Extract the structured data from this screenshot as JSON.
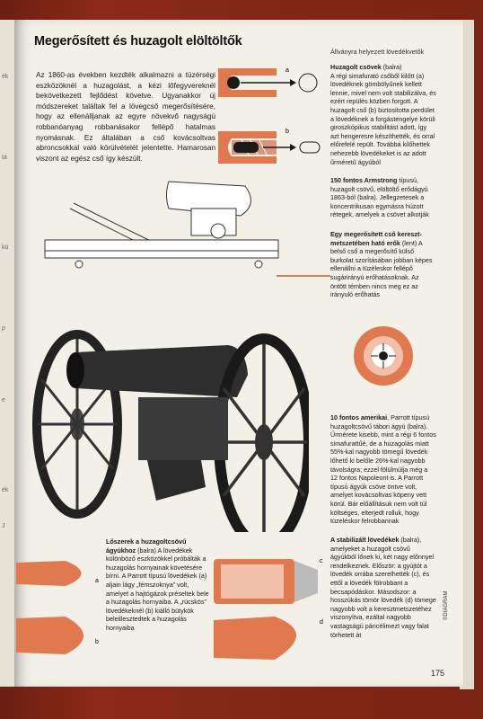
{
  "left_page": {
    "margin_marks": [
      "ék",
      "tá",
      "kü",
      "p",
      "e",
      "ék",
      "J"
    ]
  },
  "title": "Megerősített és huzagolt elöltöltők",
  "shelf_caption": "Állványra helyezett lövedékvetők",
  "intro": "Az 1860-as években kezdték alkalmazni a tüzérségi eszközöknél a huzagolást, a kézi lőfegyvereknél bekövetkezett fejlődést követve. Ugyanakkor új módszereket találtak fel a lövegcső megerősítésére, hogy az ellenálljanak az egyre növekvő nagyságú robbanóanyag robbanásakor fellépő hatalmas nyomásnak. Ez általában a cső kovácsoltvas abroncsokkal való körülvételét jelentette. Hamarosan viszont az egész cső így készült.",
  "labels": {
    "a": "a",
    "b": "b",
    "c": "c",
    "d": "d"
  },
  "captions": {
    "huzagolt": {
      "head": "Huzagolt csövek",
      "tail": " (balra)",
      "body": "A régi simafurató csőből kilőtt (a) lövedéknek gömbölyűnek kellett lennie, mivel nem volt stabilizálva, és ezért repülés közben forgott. A huzagolt cső (b) biztosította perdület a lövedéknek a forgástengelye körüli giroszkópikus stabilitást adott, így azt hengeresre készíthették, és orral előrefelé repült. Továbbá kilőhettek nehezebb lövedékeket is az adott űrméretű ágyúból"
    },
    "armstrong": {
      "head": "150 fontos Armstrong",
      "tail": " típusú, huzagolt csövű, elöltöltő erődágyú 1863-ból (balra). Jellegzetesek a koncentrikusan egymásra húzott rétegek, amelyek a csövet alkotják"
    },
    "cross": {
      "head": "Egy megerősített cső kereszt-metszetében ható erők",
      "tail": " (lent) A belső cső a megerősítő külső burkolat szorításában jobban képes ellenállni a tüzéleskor fellépő sugárirányú erőhatásoknak. Az öntött témben nincs meg ez az irányuló erőhatás"
    },
    "parrott": {
      "head": "10 fontos amerikai",
      "tail": ", Parrott típusú huzagoltcsövű tábori ágyú (balra). Űrmérete kisebb, mint a régi 6 fontos simafurattűé, de a huzagolás miatt 55%-kal nagyobb tömegű lövedék lőhető ki belőle 26%-kal nagyobb távolságra; ezzel fölülmúlja még a 12 fontos Napoleont is. A Parrott típusú ágyúk csöve öntve volt, amelyet kovácsoltvas köpeny vett körül. Bár előállításuk nem volt túl költséges, elterjedt rolluk, hogy tüzeléskor felrobbannak"
    },
    "loszerek": {
      "head": "Lőszerek a huzagoltcsövű ágyúkhoz",
      "tail": " (balra) A lövedékek különböző eszközökkel próbálták a huzagolás hornyainak követésére bírni. A Parrott típusú lövedékek (a) aljain lágy „fémszoknya” volt, amelyet a hajtógázok préseltek bele a huzagolás hornyaiba. A „rücskös” lövedékeknél (b) kiálló bütykök beleillesztedtek a huzagolás hornyaiba"
    },
    "stabil": {
      "head": "A stabilizált lövedékek",
      "tail": " (balra), amelyeket a huzagolt csövű ágyúkból lőnek ki, két nagy előnnyel rendelkeznek. Először: a gyújtót a lövedék orrába szerelhették (c), és ettől a lövedék fölrobbant a becsapódáskor. Másodszor: a hosszúkás tömör lövedék (d) tömege nagyobb volt a keresztmetszetéhez viszonyítva, ezáltal nagyobb vastagságú páncélimezt vagy falat törhetett át"
    }
  },
  "page_number": "175",
  "credit": "©DIAGRAM",
  "colors": {
    "cover": "#7a2414",
    "page": "#f3f0e8",
    "shell": "#e07a4e",
    "shell_dark": "#c85a30",
    "ink": "#1a1a1a"
  },
  "icons": [
    "cannon-illustration",
    "fortress-gun-drawing",
    "cross-section-diagram",
    "shell-drawing",
    "rifled-barrel-diagram"
  ]
}
